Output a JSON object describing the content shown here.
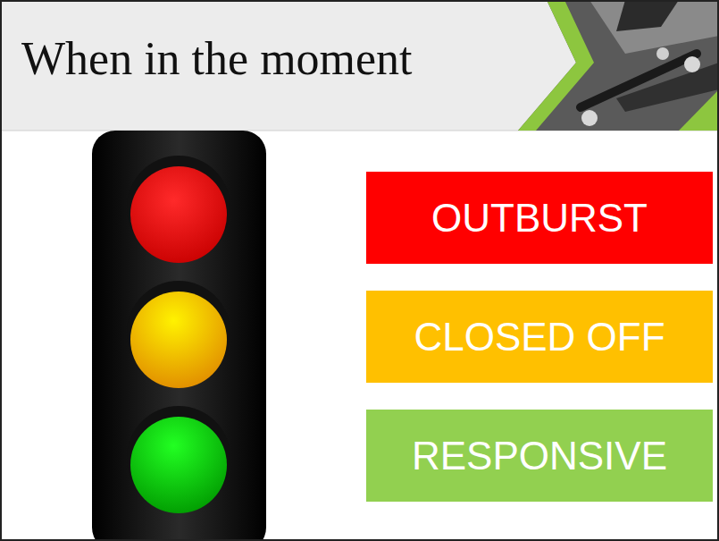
{
  "diagram": {
    "title": "When in the moment",
    "nodes": [
      {
        "text": [
          "OUTBURST"
        ]
      },
      {
        "text": [
          "CLOSED OFF"
        ]
      },
      {
        "text": [
          "RESPONSIVE"
        ]
      }
    ]
  }
}
